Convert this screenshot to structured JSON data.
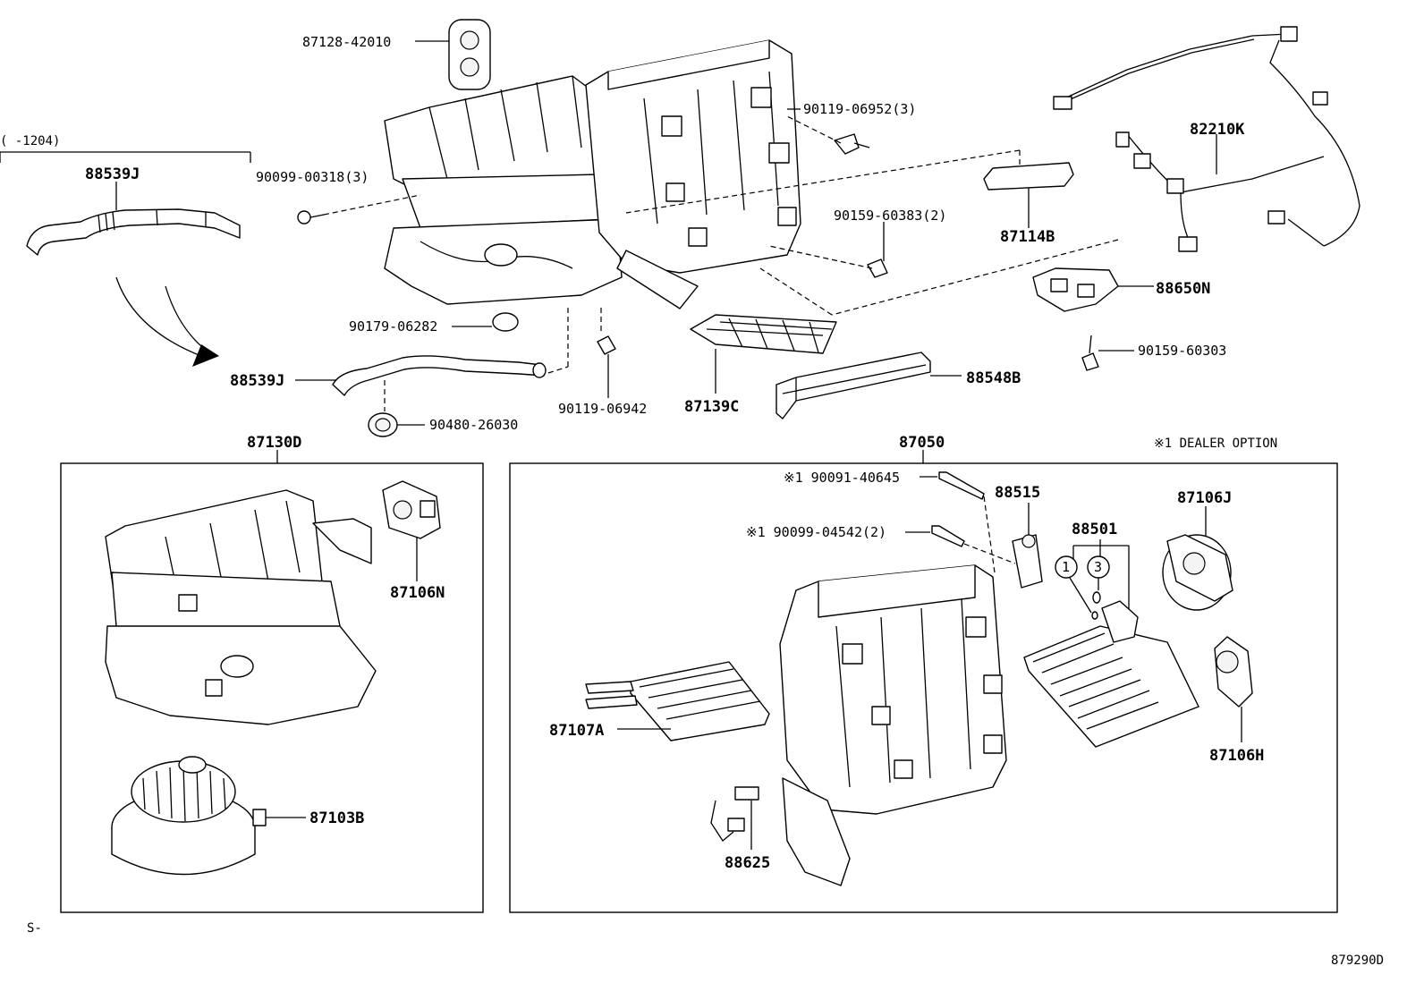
{
  "labels": {
    "p87128_42010": "87128-42010",
    "p90119_06952": "90119-06952(3)",
    "p82210K": "82210K",
    "range_note": "(   -1204)",
    "p88539J_top": "88539J",
    "p90099_00318": "90099-00318(3)",
    "p90159_60383": "90159-60383(2)",
    "p87114B": "87114B",
    "p88650N": "88650N",
    "p90159_60303": "90159-60303",
    "p90179_06282": "90179-06282",
    "p88539J_mid": "88539J",
    "p90480_26030": "90480-26030",
    "p90119_06942": "90119-06942",
    "p87139C": "87139C",
    "p88548B": "88548B",
    "p87130D": "87130D",
    "p87050": "87050",
    "dealer_option": "※1 DEALER OPTION",
    "p87106N": "87106N",
    "p87103B": "87103B",
    "p90091_40645": "※1 90091-40645",
    "p90099_04542": "※1 90099-04542(2)",
    "p88515": "88515",
    "p88501": "88501",
    "p87106J": "87106J",
    "circle_1": "1",
    "circle_3": "3",
    "p87107A": "87107A",
    "p87106H": "87106H",
    "p88625": "88625",
    "corner_s": "S-",
    "diagram_id": "879290D"
  }
}
